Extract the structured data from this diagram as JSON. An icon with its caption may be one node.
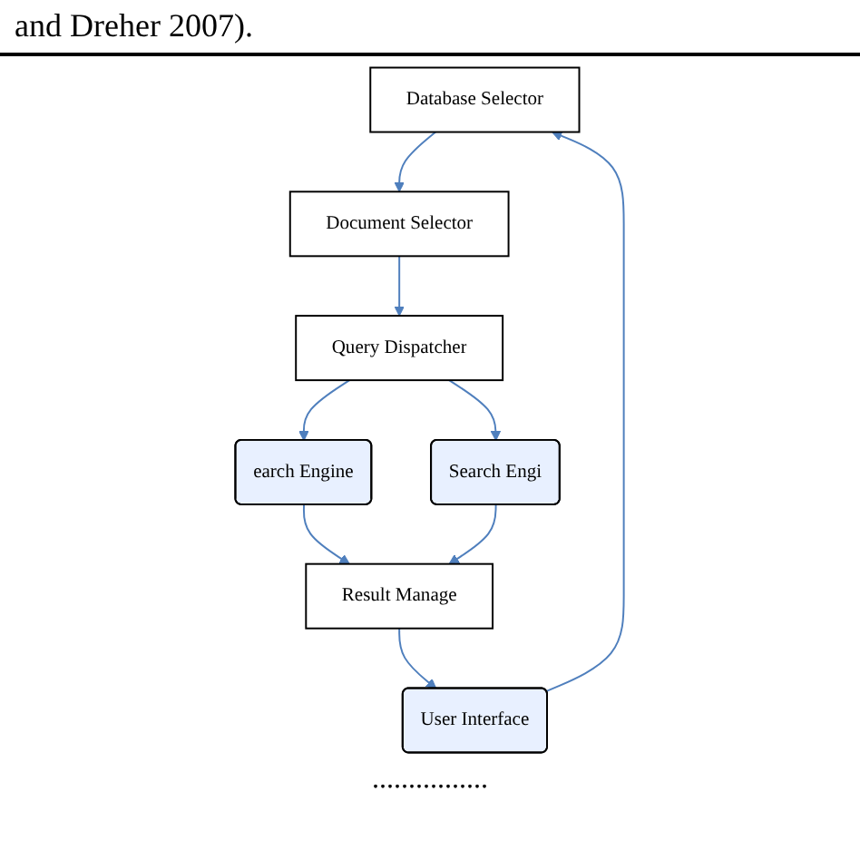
{
  "diagram": {
    "caption": "and Dreher 2007).",
    "nodes": [
      {
        "text": [
          "Database Selector"
        ]
      },
      {
        "text": [
          "User Interface"
        ]
      },
      {
        "text": [
          "Document Selector"
        ]
      },
      {
        "text": [
          "Result Manage"
        ]
      },
      {
        "text": [
          "Query Dispatcher"
        ]
      },
      {
        "text": [
          "earch Engine"
        ]
      },
      {
        "text": [
          "Search Engi"
        ]
      }
    ],
    "edges": [
      {
        "from": 1,
        "to": 0,
        "arrow": "to"
      },
      {
        "from": 0,
        "to": 2,
        "arrow": "to"
      },
      {
        "from": 2,
        "to": 4,
        "arrow": "to"
      },
      {
        "from": 3,
        "to": 1,
        "arrow": "to"
      },
      {
        "from": 4,
        "to": 5,
        "arrow": "to"
      },
      {
        "from": 4,
        "to": 6,
        "arrow": "to"
      },
      {
        "from": 5,
        "to": 3,
        "arrow": "to"
      },
      {
        "from": 6,
        "to": 3,
        "arrow": "to"
      }
    ],
    "labels": [
      "................"
    ]
  }
}
